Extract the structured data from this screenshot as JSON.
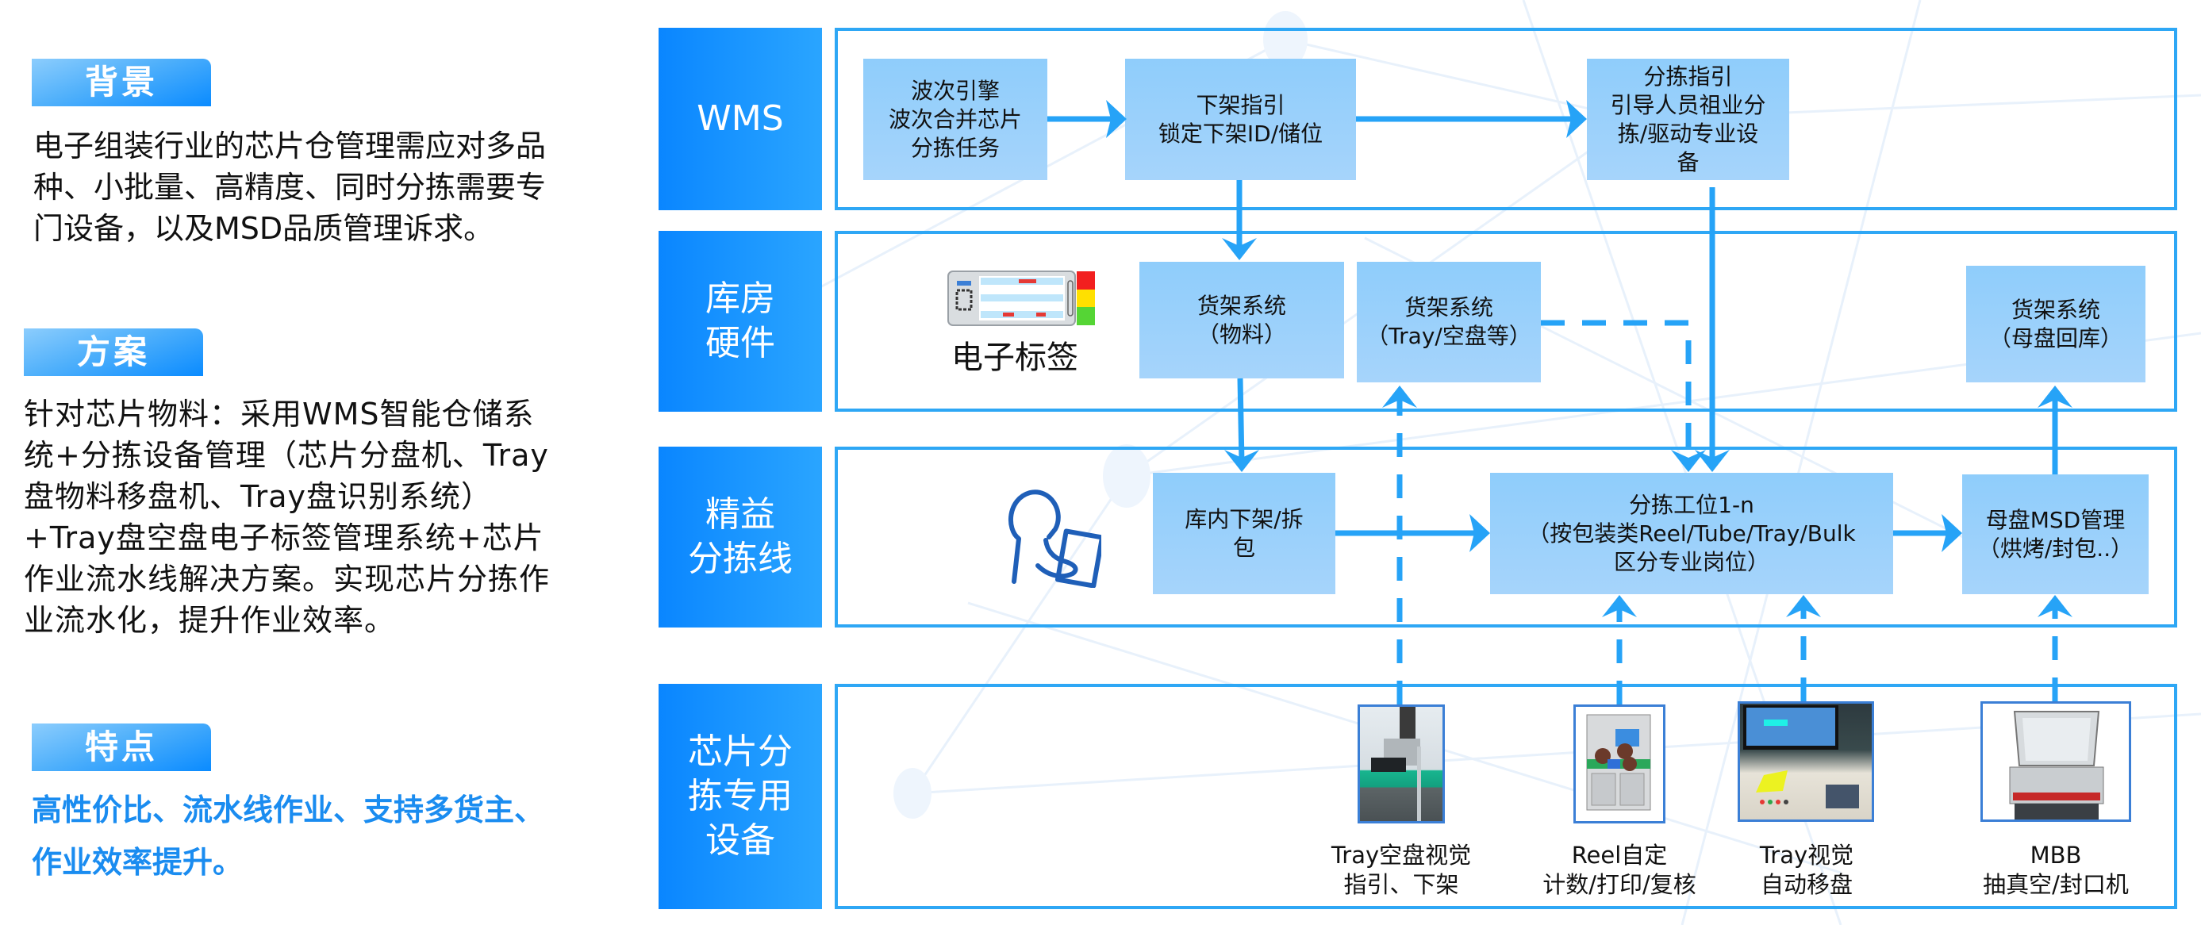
{
  "left_panel": {
    "background": {
      "title": "背景",
      "lines": [
        "电子组装行业的芯片仓管理需应对多品",
        "种、小批量、高精度、同时分拣需要专",
        "门设备，以及MSD品质管理诉求。"
      ]
    },
    "solution": {
      "title": "方案",
      "lines": [
        "针对芯片物料：采用WMS智能仓储系",
        "统+分拣设备管理（芯片分盘机、Tray",
        "盘物料移盘机、Tray盘识别系统）",
        "+Tray盘空盘电子标签管理系统+芯片",
        "作业流水线解决方案。实现芯片分拣作",
        "业流水化，提升作业效率。"
      ]
    },
    "features": {
      "title": "特点",
      "lines": [
        "高性价比、流水线作业、支持多货主、",
        "作业效率提升。"
      ]
    }
  },
  "diagram": {
    "rows": [
      {
        "label": "WMS"
      },
      {
        "label": "库房\n硬件"
      },
      {
        "label": "精益\n分拣线"
      },
      {
        "label": "芯片分\n拣专用\n设备"
      }
    ],
    "wms": {
      "wave_engine": "波次引擎\n波次合并芯片\n分拣任务",
      "unshelve_guide": "下架指引\n锁定下架ID/储位",
      "sort_guide": "分拣指引\n引导人员祖业分\n拣/驱动专业设\n备"
    },
    "warehouse": {
      "e_label_caption": "电子标签",
      "shelf_material": "货架系统\n（物料）",
      "shelf_tray": "货架系统\n（Tray/空盘等）",
      "shelf_mother_tray": "货架系统\n（母盘回库）"
    },
    "lean_line": {
      "unshelve_unpack": "库内下架/拆\n包",
      "sorting_station": "分拣工位1-n\n（按包装类Reel/Tube/Tray/Bulk\n区分专业岗位）",
      "msd_mgmt": "母盘MSD管理\n（烘烤/封包..）"
    },
    "equipment": [
      {
        "name": "tray-empty-vision",
        "caption": "Tray空盘视觉\n指引、下架"
      },
      {
        "name": "reel-counter",
        "caption": "Reel自定\n计数/打印/复核"
      },
      {
        "name": "tray-vision-mover",
        "caption": "Tray视觉\n自动移盘"
      },
      {
        "name": "mbb-vacuum-sealer",
        "caption": "MBB\n抽真空/封口机"
      }
    ]
  },
  "colors": {
    "accent": "#2ea7f5",
    "box_fill": "#9bd0fb",
    "label_fill": "#0a86ff",
    "feature_text": "#1a8cf0"
  }
}
